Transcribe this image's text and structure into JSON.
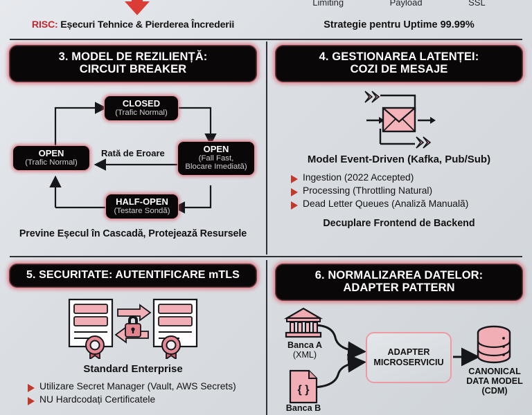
{
  "top": {
    "arrow_icon": "down-arrow-icon",
    "risk_label": "RISC:",
    "risk_text": "Eșecuri Tehnice & Pierderea Încrederii",
    "right_labels": [
      "Limiting",
      "Payload",
      "SSL"
    ],
    "uptime_text": "Strategie pentru Uptime 99.99%"
  },
  "colors": {
    "accent_red": "#c1272d",
    "badge_bg": "#0a0708",
    "badge_border": "#e8909a",
    "pink_fill": "#f2aeb5",
    "background": "#dde1e6"
  },
  "section3": {
    "title_line1": "3. MODEL DE REZILIENȚĂ:",
    "title_line2": "CIRCUIT BREAKER",
    "states": [
      {
        "name": "CLOSED",
        "sub": "(Trafic Normal)"
      },
      {
        "name": "OPEN",
        "sub": "(Trafic Normal)"
      },
      {
        "name": "OPEN",
        "sub_line1": "(Fall Fast,",
        "sub_line2": "Blocare Imediată)"
      },
      {
        "name": "HALF-OPEN",
        "sub": "(Testare Sondă)"
      }
    ],
    "edge_label": "Rată de Eroare",
    "footer": "Previne Eșecul în Cascadă, Protejează Resursele"
  },
  "section4": {
    "title_line1": "4. GESTIONAREA LATENȚEI:",
    "title_line2": "COZI DE MESAJE",
    "icon": "envelope-queue-icon",
    "caption": "Model Event-Driven (Kafka, Pub/Sub)",
    "bullets": [
      "Ingestion (2022 Accepted)",
      "Processing (Throttling Natural)",
      "Dead Letter Queues (Analiză Manualã)"
    ],
    "footer": "Decuplare Frontend de Backend"
  },
  "section5": {
    "title": "5. SECURITATE: AUTENTIFICARE mTLS",
    "icon": "mutual-tls-certificates-icon",
    "caption": "Standard Enterprise",
    "bullets": [
      "Utilizare Secret Manager (Vault, AWS Secrets)",
      "NU Hardcodați Certificatele"
    ]
  },
  "section6": {
    "title_line1": "6. NORMALIZAREA DATELOR:",
    "title_line2": "ADAPTER PATTERN",
    "source_a": {
      "icon": "bank-icon",
      "name": "Banca A",
      "format": "(XML)"
    },
    "source_b": {
      "icon": "json-file-icon",
      "name": "Banca B",
      "glyph": "{ }"
    },
    "adapter_line1": "ADAPTER",
    "adapter_line2": "MICROSERVICIU",
    "output": {
      "icon": "database-icon",
      "line1": "CANONICAL",
      "line2": "DATA MODEL",
      "line3": "(CDM)"
    }
  }
}
